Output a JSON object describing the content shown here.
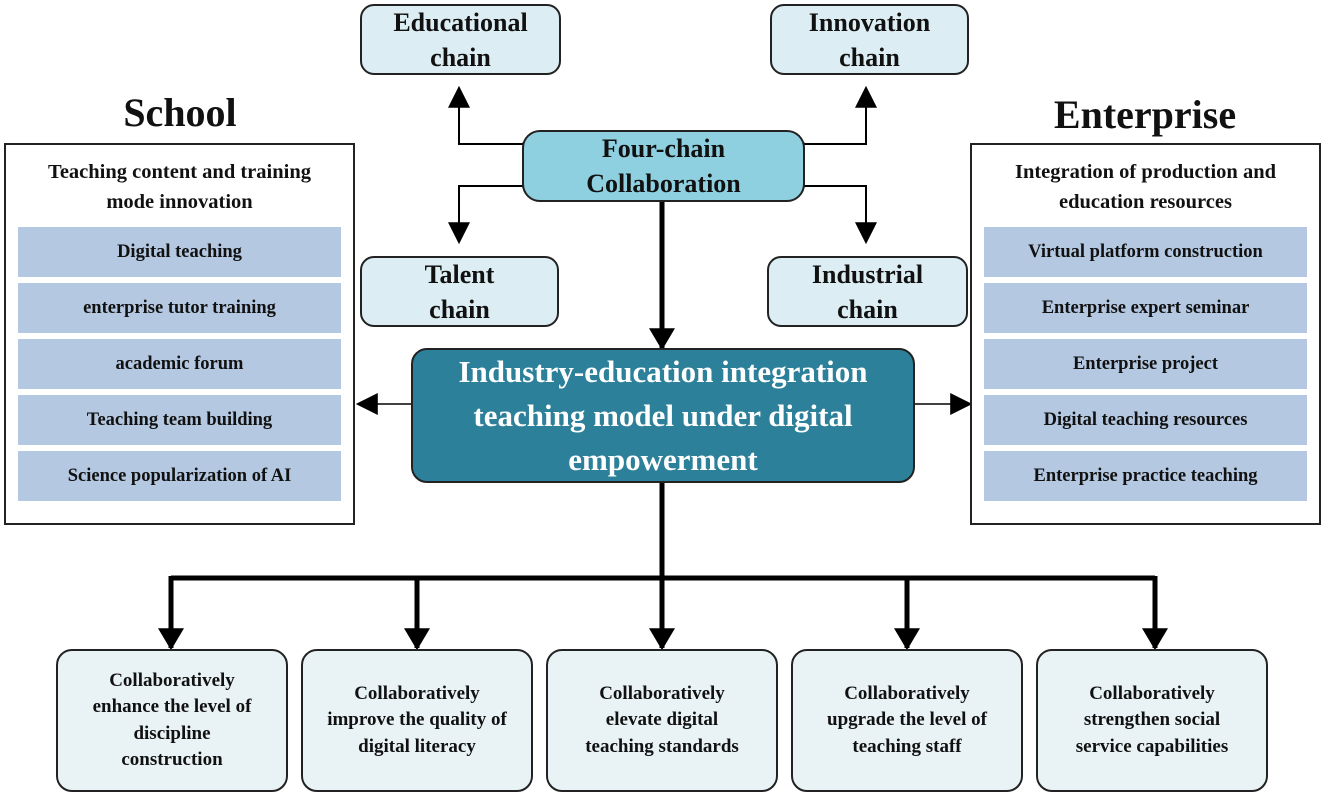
{
  "chains": {
    "educational": "Educational\nchain",
    "innovation": "Innovation\nchain",
    "talent": "Talent\nchain",
    "industrial": "Industrial\nchain",
    "four_chain": "Four-chain\nCollaboration"
  },
  "central": "Industry-education integration\nteaching model under digital\nempowerment",
  "school": {
    "title": "School",
    "heading": "Teaching content and training\nmode innovation",
    "items": [
      "Digital teaching",
      "enterprise tutor training",
      "academic forum",
      "Teaching team building",
      "Science popularization of AI"
    ]
  },
  "enterprise": {
    "title": "Enterprise",
    "heading": "Integration of production and\neducation resources",
    "items": [
      "Virtual platform construction",
      "Enterprise expert seminar",
      "Enterprise project",
      "Digital teaching resources",
      "Enterprise practice teaching"
    ]
  },
  "outcomes": [
    "Collaboratively\nenhance the level of\ndiscipline\nconstruction",
    "Collaboratively\nimprove the quality of\ndigital literacy",
    "Collaboratively\nelevate digital\nteaching standards",
    "Collaboratively\nupgrade the level of\nteaching staff",
    "Collaboratively\nstrengthen social\nservice capabilities"
  ],
  "colors": {
    "chain_fill": "#dcedf3",
    "four_chain_fill": "#8ecfe0",
    "central_fill": "#2d8099",
    "item_fill": "#b4c8e2",
    "outcome_fill": "#e9f3f6"
  }
}
